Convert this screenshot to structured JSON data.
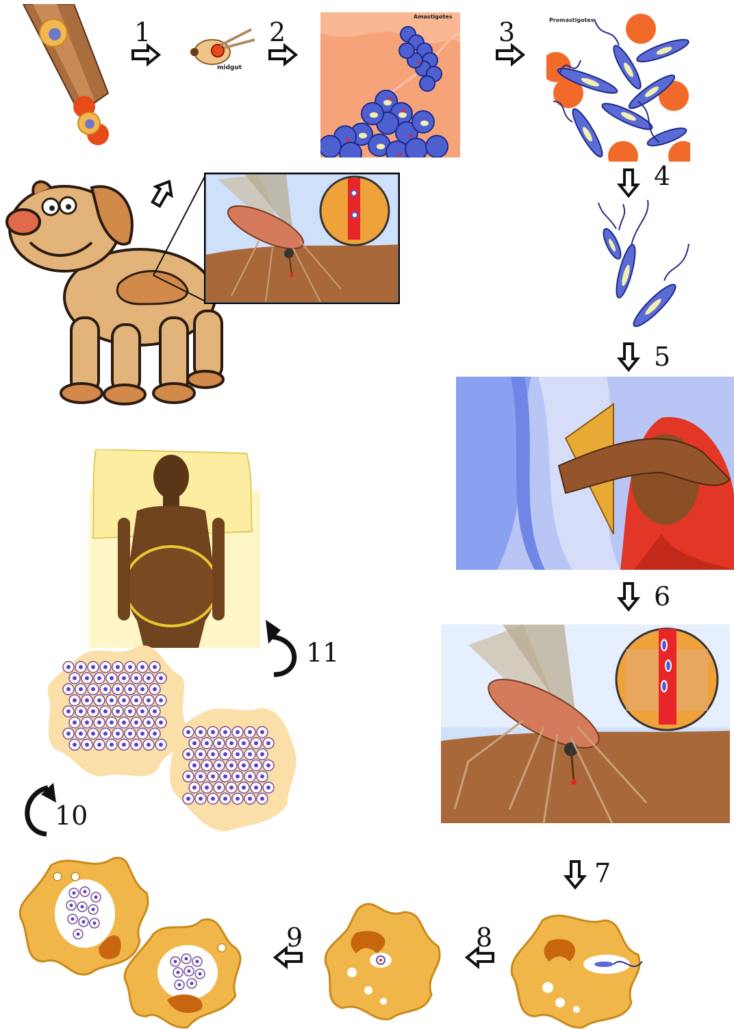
{
  "steps": [
    {
      "id": "1",
      "label": "1"
    },
    {
      "id": "2",
      "label": "2"
    },
    {
      "id": "3",
      "label": "3"
    },
    {
      "id": "4",
      "label": "4"
    },
    {
      "id": "5",
      "label": "5"
    },
    {
      "id": "6",
      "label": "6"
    },
    {
      "id": "7",
      "label": "7"
    },
    {
      "id": "8",
      "label": "8"
    },
    {
      "id": "9",
      "label": "9"
    },
    {
      "id": "10",
      "label": "10"
    },
    {
      "id": "11",
      "label": "11"
    }
  ],
  "labels": {
    "midgut": "midgut",
    "amastigotes": "Amastigotes",
    "promastigotes": "Promastigotes"
  },
  "colors": {
    "macrophage": "#f0b64a",
    "macrophage_edge": "#c98a1c",
    "nucleus": "#c8650f",
    "parasite_blue": "#5b6bd6",
    "parasite_core": "#f3f0b0",
    "blood_red": "#e84b1a",
    "skin": "#a8683a",
    "dog": "#e2b47a"
  }
}
